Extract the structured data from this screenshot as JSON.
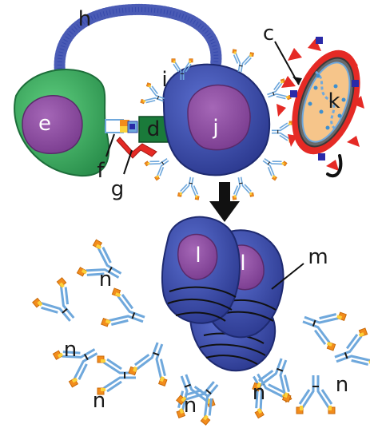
{
  "labels": {
    "a_e": "e",
    "a_j": "j",
    "a_d": "d",
    "a_k": "k",
    "a_c": "c",
    "a_h": "h",
    "a_i": "i",
    "a_f": "f",
    "a_g": "g",
    "a_l1": "l",
    "a_l2": "l",
    "a_m": "m",
    "a_n1": "n",
    "a_n2": "n",
    "a_n3": "n",
    "a_n4": "n",
    "a_n5": "n"
  },
  "colors": {
    "cell_e_fill": "#2fa45a",
    "cell_e_stroke": "#1d6e3a",
    "nucleus_fill": "#8e4fa1",
    "cell_j_fill": "#3d4fb0",
    "cell_j_stroke": "#1e2a70",
    "antigen_red": "#e52a25",
    "bacterium_fill": "#f6c58a",
    "antibody_blue": "#6fa8dc",
    "antibody_orange": "#f28c1c",
    "antibody_yellow": "#fcd23a",
    "dots_blue": "#2a3ea8"
  }
}
